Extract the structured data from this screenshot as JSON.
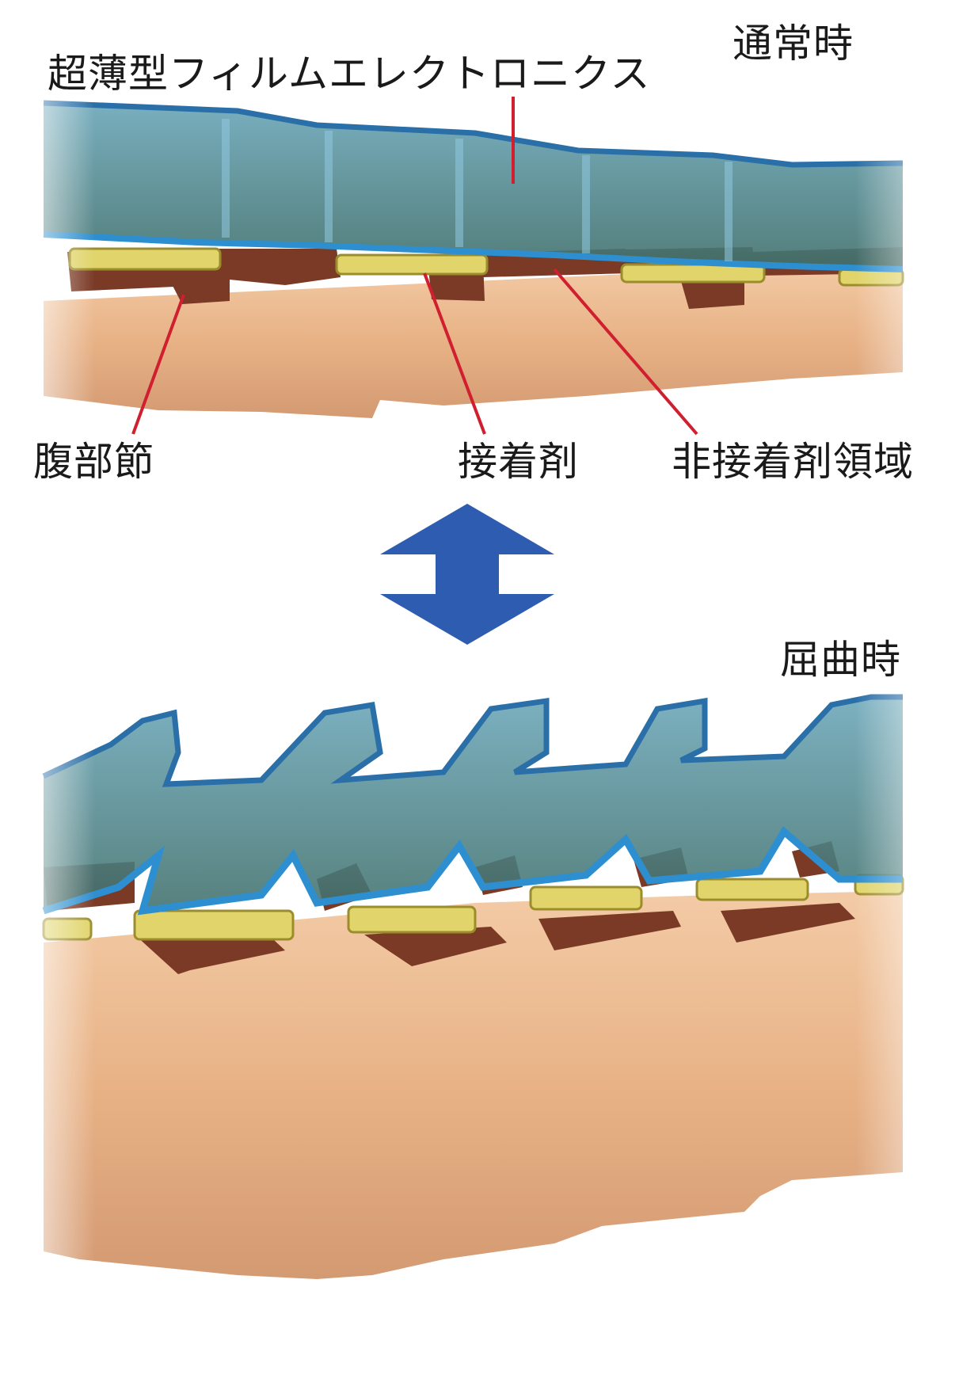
{
  "labels": {
    "state_normal": "通常時",
    "film": "超薄型フィルムエレクトロニクス",
    "segment": "腹部節",
    "adhesive": "接着剤",
    "non_adhesive": "非接着剤領域",
    "state_bent": "屈曲時"
  },
  "colors": {
    "film_outline": "#2a6fa8",
    "film_fill": "#7fc3e0",
    "film_inner": "#3d6e68",
    "adhesive": "#e0d46a",
    "segment": "#7a3a25",
    "body": "#eab88e",
    "leader": "#d01f2f",
    "arrow": "#2e5cb0"
  }
}
